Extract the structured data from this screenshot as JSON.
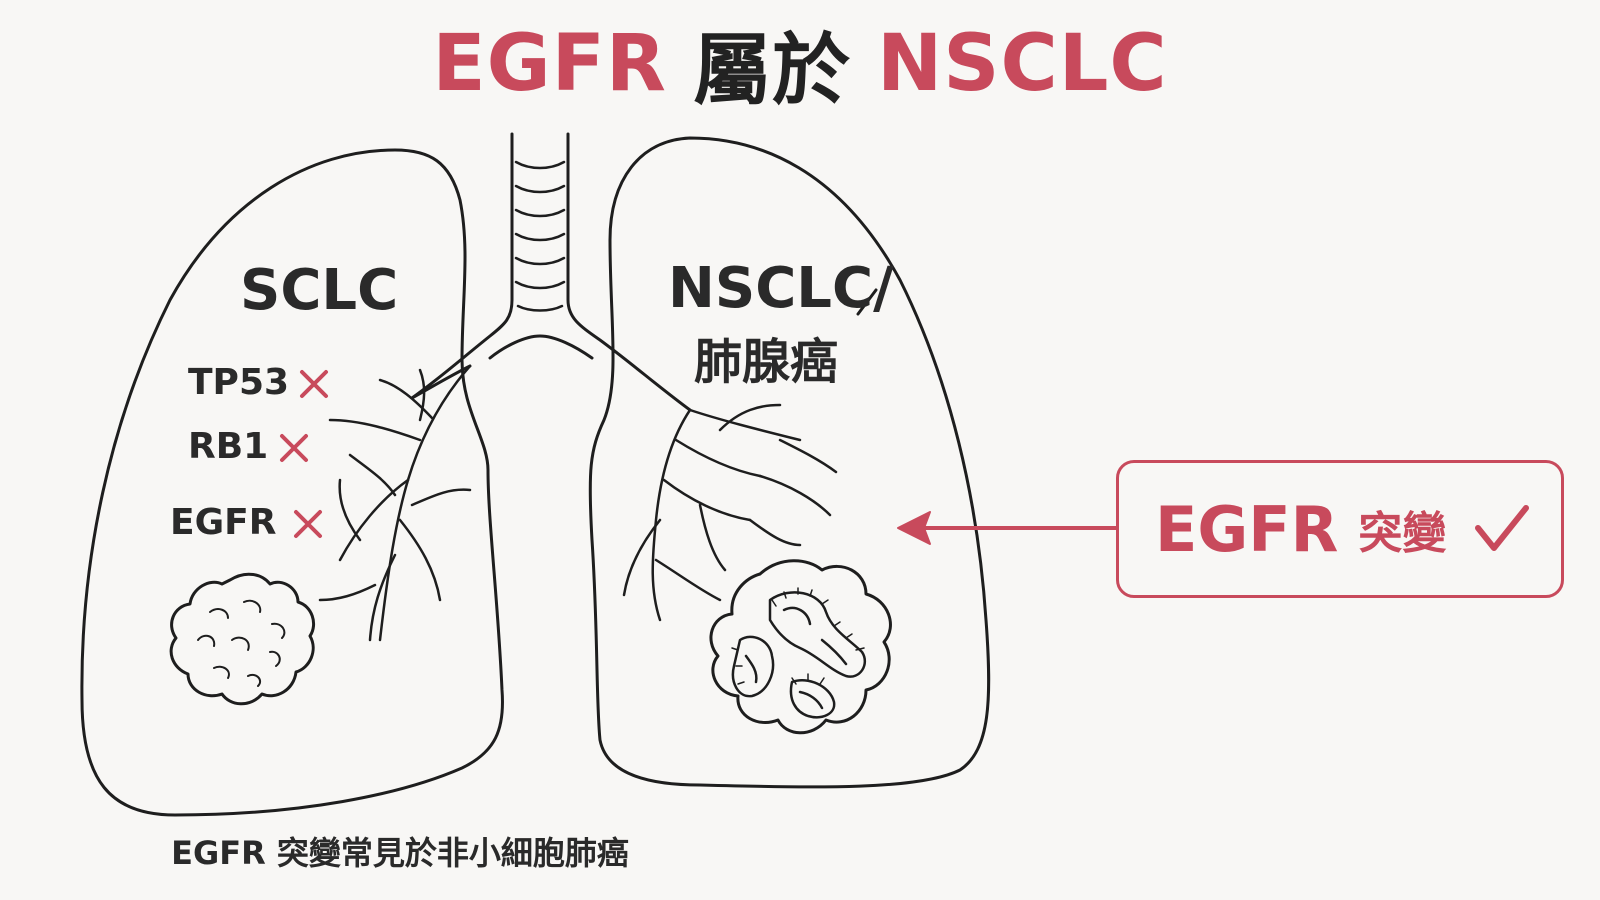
{
  "title": {
    "part1": "EGFR",
    "part2": "屬於",
    "part3": "NSCLC"
  },
  "left_lung": {
    "label": "SCLC",
    "genes": [
      "TP53",
      "RB1",
      "EGFR"
    ]
  },
  "right_lung": {
    "label": "NSCLC/",
    "sublabel": "肺腺癌"
  },
  "callout": {
    "gene": "EGFR",
    "text": "突變"
  },
  "caption": "EGFR 突變常見於非小細胞肺癌",
  "colors": {
    "accent": "#c84a5c",
    "ink": "#222222",
    "background": "#f8f7f5"
  },
  "icons": {
    "gene_status": "cross-icon",
    "callout_status": "check-icon",
    "pointer": "arrow-left-icon"
  }
}
